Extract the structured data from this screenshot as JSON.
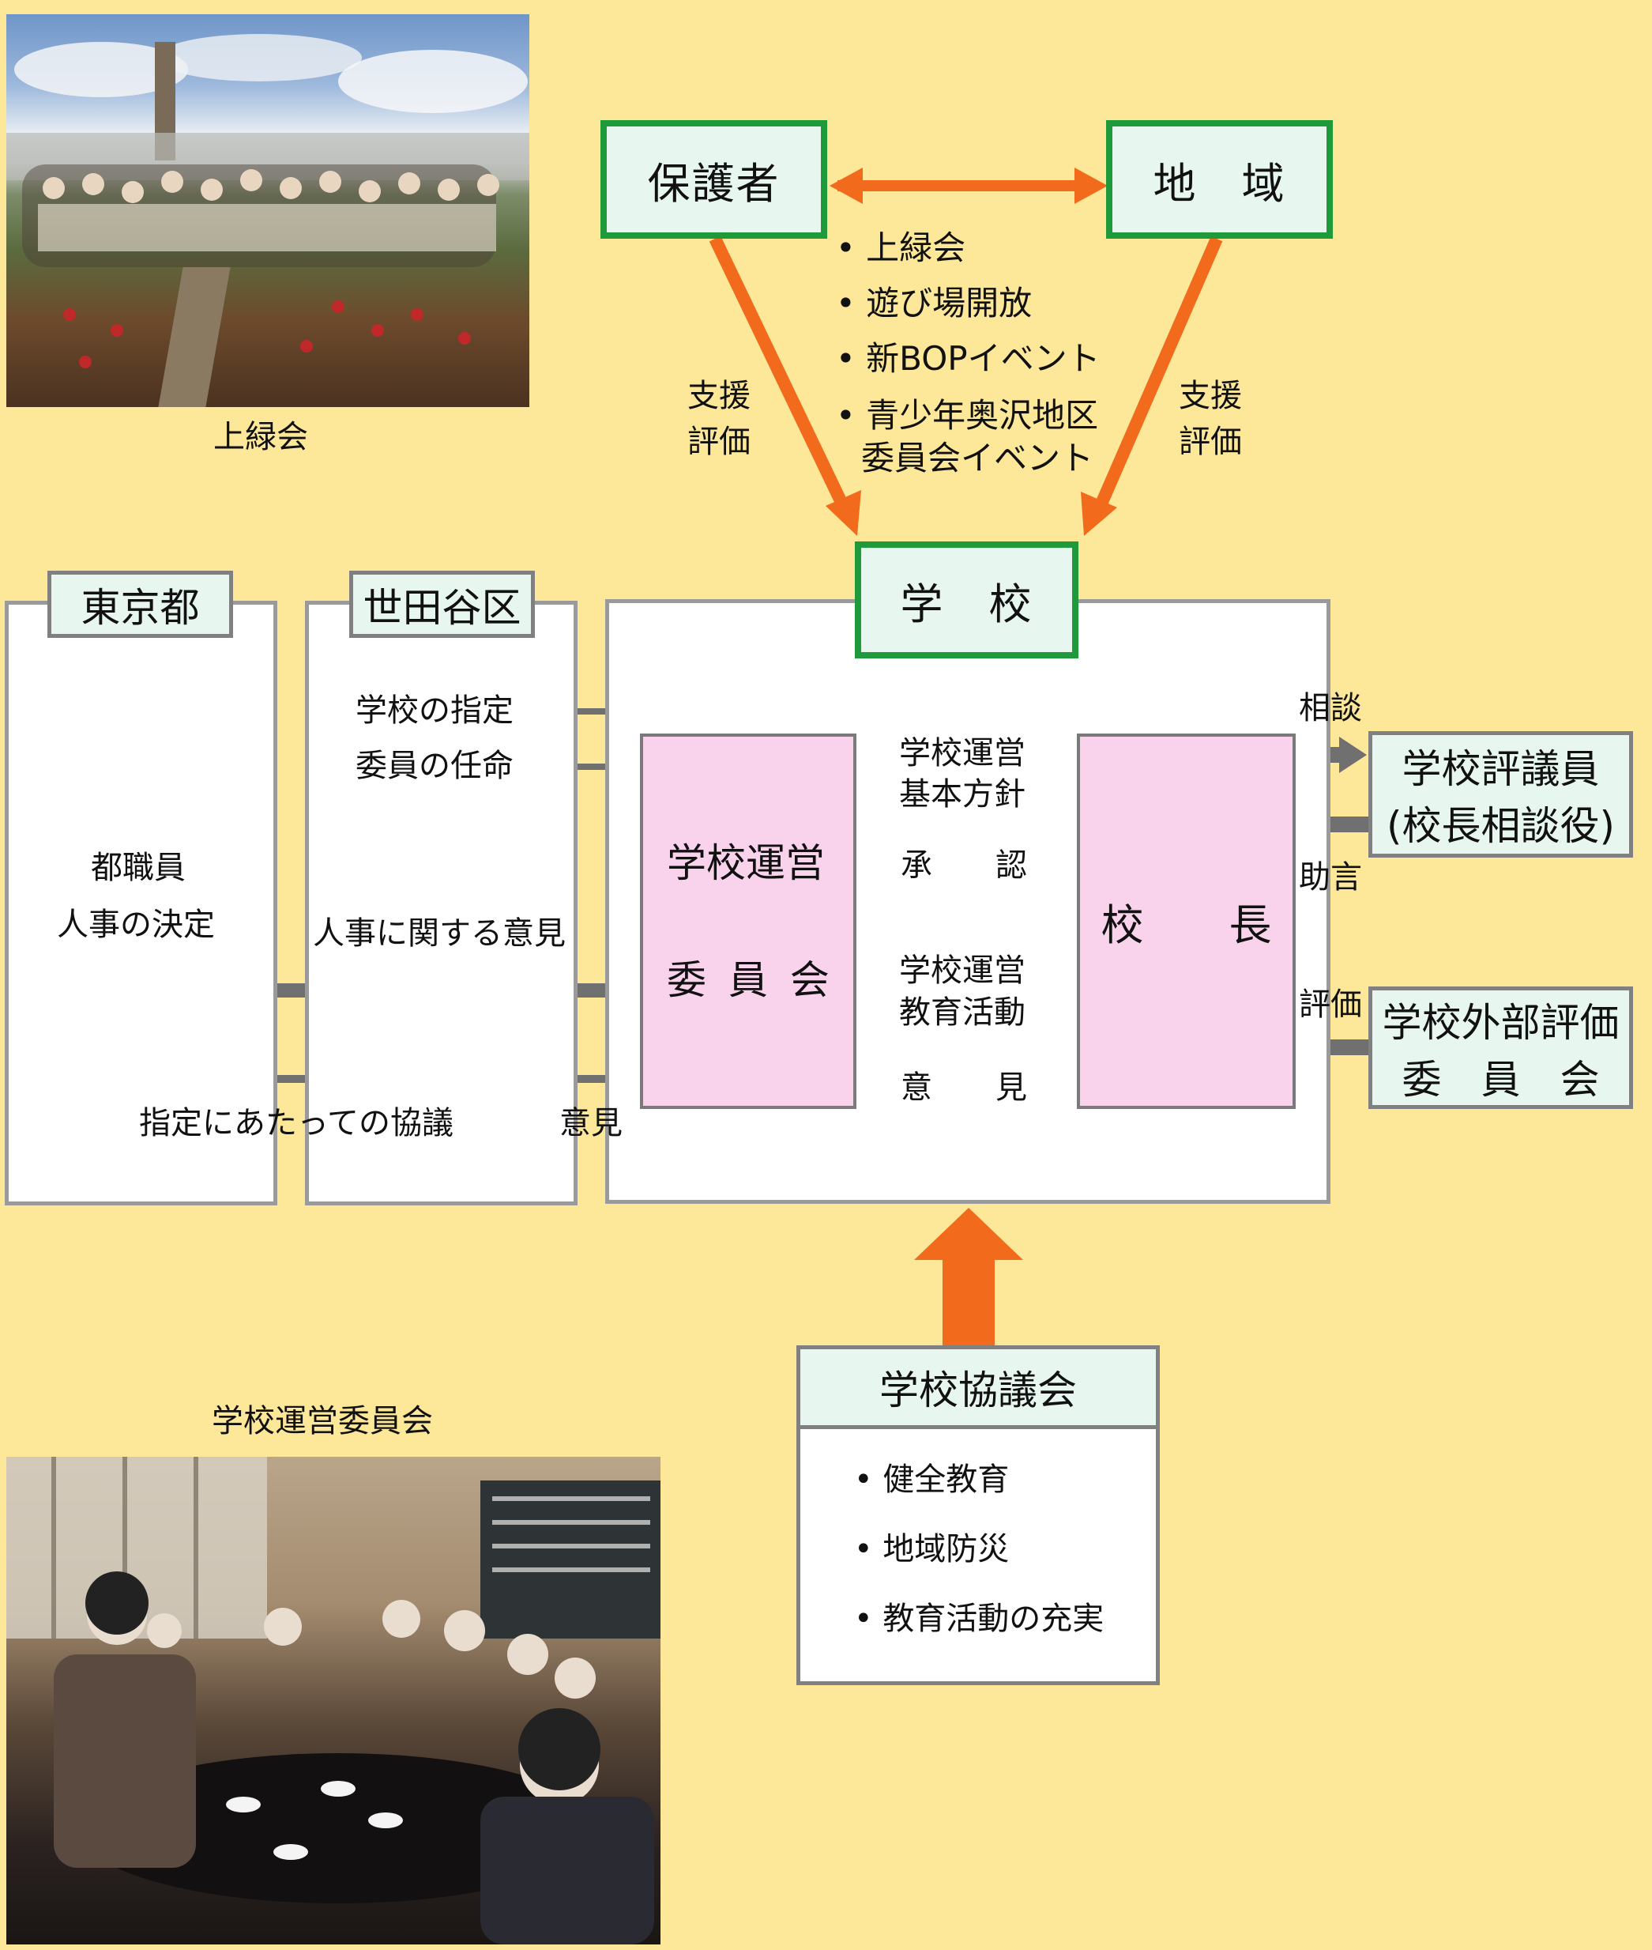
{
  "photos": {
    "top_caption": "上緑会",
    "bottom_caption": "学校運営委員会"
  },
  "nodes": {
    "guardians": "保護者",
    "community": "地　域",
    "school": "学　校",
    "tokyo": "東京都",
    "setagaya": "世田谷区",
    "committee_line1": "学校運営",
    "committee_line2": "委 員 会",
    "principal": "校　　長",
    "councilor_line1": "学校評議員",
    "councilor_line2": "(校長相談役)",
    "external_line1": "学校外部評価",
    "external_line2": "委　員　会",
    "council": "学校協議会"
  },
  "activities": [
    "上緑会",
    "遊び場開放",
    "新BOPイベント",
    "青少年奥沢地区"
  ],
  "activities_cont": "委員会イベント",
  "council_items": [
    "健全教育",
    "地域防災",
    "教育活動の充実"
  ],
  "labels": {
    "support": "支援",
    "evaluation": "評価",
    "tokyo_line1": "都職員",
    "tokyo_line2": "人事の決定",
    "designation": "学校の指定",
    "appointment": "委員の任命",
    "personnel_opinion": "人事に関する意見",
    "consultation_designation": "指定にあたっての協議",
    "opinion": "意見",
    "policy_line1": "学校運営",
    "policy_line2": "基本方針",
    "approval": "承　　認",
    "edu_line1": "学校運営",
    "edu_line2": "教育活動",
    "opinion_spaced": "意　　見",
    "consult": "相談",
    "advice": "助言",
    "evaluate": "評価"
  },
  "colors": {
    "background": "#fde89a",
    "green_border": "#1f9a3a",
    "orange_arrow": "#f26a1b",
    "gray_arrow": "#707070",
    "pink_fill": "#f9d3ec"
  }
}
